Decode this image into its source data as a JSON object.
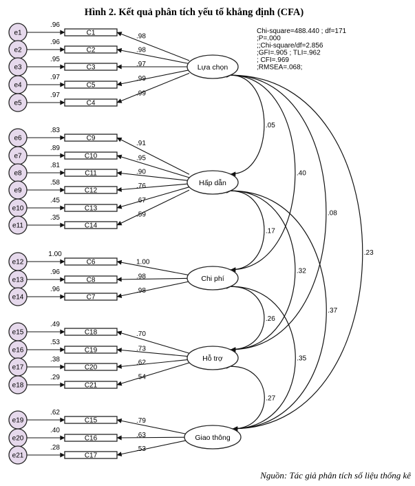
{
  "title": "Hình 2. Kết quả phân tích yếu tố khẳng định (CFA)",
  "fit_stats": [
    "Chi-square=488.440 ; df=171",
    ";P=.000",
    ";;Chi-square/df=2.856",
    ";GFI=.905 ; TLI=.962",
    "; CFI=.969",
    ";RMSEA=.068;"
  ],
  "source": "Nguồn: Tác giả phân tích số liệu thống kê",
  "factors": [
    {
      "name": "Lựa chọn",
      "items": [
        {
          "error": "e1",
          "item": "C1",
          "r2": ".96",
          "loading": ".98"
        },
        {
          "error": "e2",
          "item": "C2",
          "r2": ".96",
          "loading": ".98"
        },
        {
          "error": "e3",
          "item": "C3",
          "r2": ".95",
          "loading": ".97"
        },
        {
          "error": "e4",
          "item": "C5",
          "r2": ".97",
          "loading": ".99"
        },
        {
          "error": "e5",
          "item": "C4",
          "r2": ".97",
          "loading": ".99"
        }
      ]
    },
    {
      "name": "Hấp dẫn",
      "items": [
        {
          "error": "e6",
          "item": "C9",
          "r2": ".83",
          "loading": ".91"
        },
        {
          "error": "e7",
          "item": "C10",
          "r2": ".89",
          "loading": ".95"
        },
        {
          "error": "e8",
          "item": "C11",
          "r2": ".81",
          "loading": ".90"
        },
        {
          "error": "e9",
          "item": "C12",
          "r2": ".58",
          "loading": ".76"
        },
        {
          "error": "e10",
          "item": "C13",
          "r2": ".45",
          "loading": ".67"
        },
        {
          "error": "e11",
          "item": "C14",
          "r2": ".35",
          "loading": ".59"
        }
      ]
    },
    {
      "name": "Chi phí",
      "items": [
        {
          "error": "e12",
          "item": "C6",
          "r2": "1.00",
          "loading": "1.00"
        },
        {
          "error": "e13",
          "item": "C8",
          "r2": ".96",
          "loading": ".98"
        },
        {
          "error": "e14",
          "item": "C7",
          "r2": ".96",
          "loading": ".98"
        }
      ]
    },
    {
      "name": "Hỗ trợ",
      "items": [
        {
          "error": "e15",
          "item": "C18",
          "r2": ".49",
          "loading": ".70"
        },
        {
          "error": "e16",
          "item": "C19",
          "r2": ".53",
          "loading": ".73"
        },
        {
          "error": "e17",
          "item": "C20",
          "r2": ".38",
          "loading": ".62"
        },
        {
          "error": "e18",
          "item": "C21",
          "r2": ".29",
          "loading": ".54"
        }
      ]
    },
    {
      "name": "Giao thông",
      "items": [
        {
          "error": "e19",
          "item": "C15",
          "r2": ".62",
          "loading": ".79"
        },
        {
          "error": "e20",
          "item": "C16",
          "r2": ".40",
          "loading": ".63"
        },
        {
          "error": "e21",
          "item": "C17",
          "r2": ".28",
          "loading": ".53"
        }
      ]
    }
  ],
  "covariances": [
    {
      "from": "Lựa chọn",
      "to": "Hấp dẫn",
      "value": ".05"
    },
    {
      "from": "Lựa chọn",
      "to": "Chi phí",
      "value": ".40"
    },
    {
      "from": "Lựa chọn",
      "to": "Hỗ trợ",
      "value": ".08"
    },
    {
      "from": "Lựa chọn",
      "to": "Giao thông",
      "value": ".23"
    },
    {
      "from": "Hấp dẫn",
      "to": "Chi phí",
      "value": ".17"
    },
    {
      "from": "Hấp dẫn",
      "to": "Hỗ trợ",
      "value": ".32"
    },
    {
      "from": "Hấp dẫn",
      "to": "Giao thông",
      "value": ".37"
    },
    {
      "from": "Chi phí",
      "to": "Hỗ trợ",
      "value": ".26"
    },
    {
      "from": "Chi phí",
      "to": "Giao thông",
      "value": ".35"
    },
    {
      "from": "Hỗ trợ",
      "to": "Giao thông",
      "value": ".27"
    }
  ]
}
